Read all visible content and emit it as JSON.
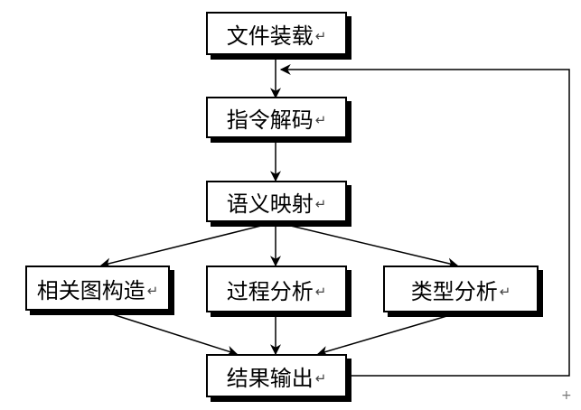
{
  "diagram": {
    "nodes": [
      {
        "id": "file-load",
        "label": "文件装载",
        "mark": "↵"
      },
      {
        "id": "decode",
        "label": "指令解码",
        "mark": "↵"
      },
      {
        "id": "semantic-map",
        "label": "语义映射",
        "mark": "↵"
      },
      {
        "id": "graph-build",
        "label": "相关图构造",
        "mark": "↵"
      },
      {
        "id": "proc-analysis",
        "label": "过程分析",
        "mark": "↵"
      },
      {
        "id": "type-analysis",
        "label": "类型分析",
        "mark": "↵"
      },
      {
        "id": "result-out",
        "label": "结果输出",
        "mark": "↵"
      }
    ],
    "edges": [
      {
        "from": "file-load",
        "to": "decode"
      },
      {
        "from": "decode",
        "to": "semantic-map"
      },
      {
        "from": "semantic-map",
        "to": "graph-build"
      },
      {
        "from": "semantic-map",
        "to": "proc-analysis"
      },
      {
        "from": "semantic-map",
        "to": "type-analysis"
      },
      {
        "from": "graph-build",
        "to": "result-out"
      },
      {
        "from": "proc-analysis",
        "to": "result-out"
      },
      {
        "from": "type-analysis",
        "to": "result-out"
      },
      {
        "from": "result-out",
        "to": "decode",
        "kind": "feedback-loop"
      }
    ],
    "stray_mark": "+",
    "colors": {
      "line": "#000000",
      "background": "#ffffff"
    }
  }
}
